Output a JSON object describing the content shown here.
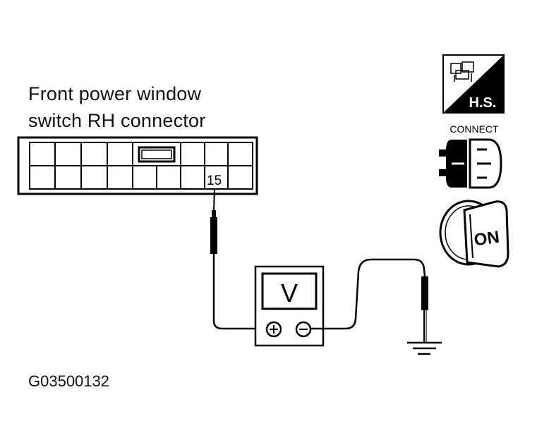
{
  "diagram": {
    "title_line1": "Front power window",
    "title_line2": "switch RH connector",
    "terminal_label": "15",
    "meter_label": "V",
    "positive_symbol": "+",
    "negative_symbol": "−",
    "figure_code": "G03500132"
  },
  "icons": {
    "hs_label": "H.S.",
    "connect_label": "CONNECT",
    "ignition_label": "ON"
  }
}
